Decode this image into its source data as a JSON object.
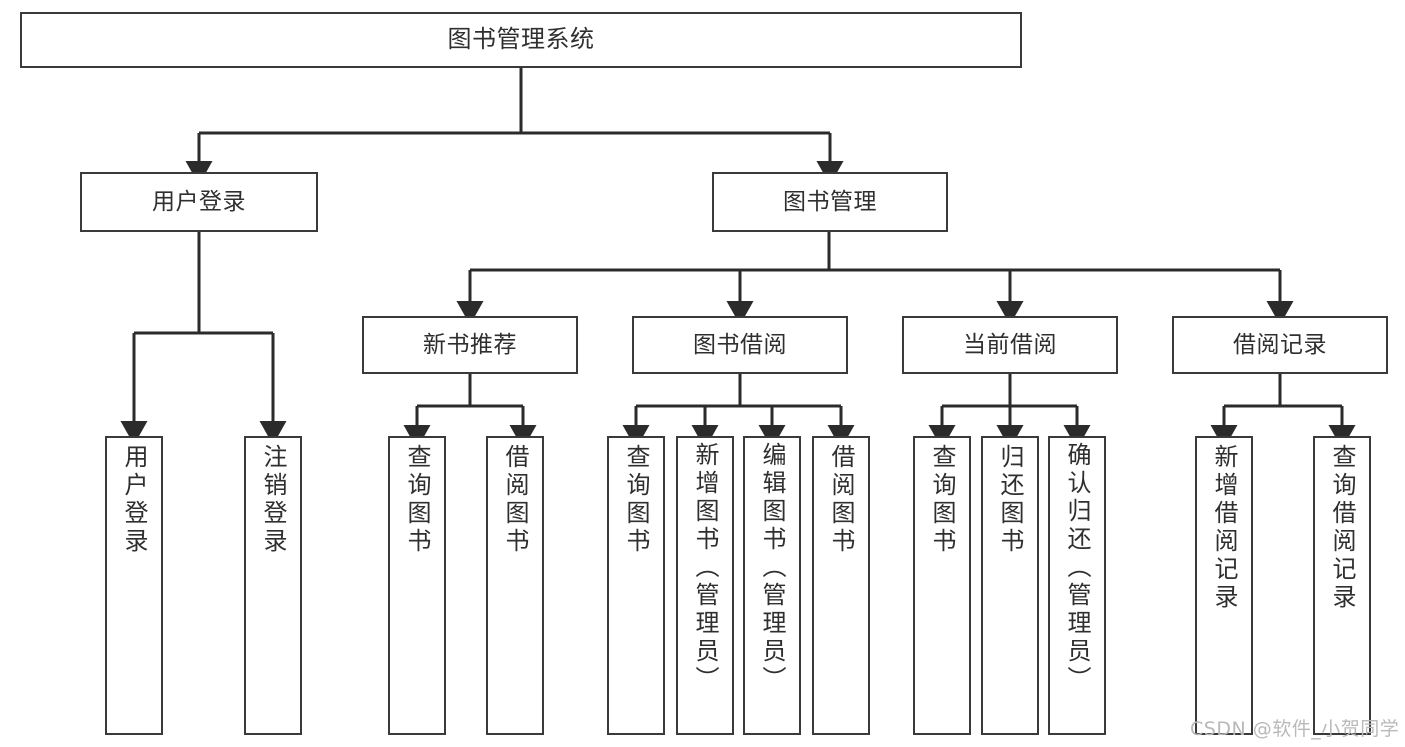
{
  "diagram": {
    "title": "图书管理系统",
    "type": "functional-hierarchy-tree",
    "background_color": "#ffffff",
    "line_color": "#3a3a3a",
    "text_color": "#2f2f2f",
    "nodes": {
      "root": {
        "label": "图书管理系统"
      },
      "level1": [
        {
          "id": "user-login",
          "label": "用户登录"
        },
        {
          "id": "book-management",
          "label": "图书管理"
        }
      ],
      "level2": [
        {
          "id": "new-book-recommend",
          "label": "新书推荐"
        },
        {
          "id": "book-borrow",
          "label": "图书借阅"
        },
        {
          "id": "current-borrow",
          "label": "当前借阅"
        },
        {
          "id": "borrow-record",
          "label": "借阅记录"
        }
      ],
      "leaves": {
        "user-login": [
          {
            "id": "leaf-user-login",
            "label": "用户登录"
          },
          {
            "id": "leaf-logout-login",
            "label": "注销登录"
          }
        ],
        "new-book-recommend": [
          {
            "id": "leaf-query-book-1",
            "label": "查询图书"
          },
          {
            "id": "leaf-borrow-book-1",
            "label": "借阅图书"
          }
        ],
        "book-borrow": [
          {
            "id": "leaf-query-book-2",
            "label": "查询图书"
          },
          {
            "id": "leaf-add-book-admin",
            "label": "新增图书（管理员）"
          },
          {
            "id": "leaf-edit-book-admin",
            "label": "编辑图书（管理员）"
          },
          {
            "id": "leaf-borrow-book-2",
            "label": "借阅图书"
          }
        ],
        "current-borrow": [
          {
            "id": "leaf-query-book-3",
            "label": "查询图书"
          },
          {
            "id": "leaf-return-book",
            "label": "归还图书"
          },
          {
            "id": "leaf-confirm-return-admin",
            "label": "确认归还（管理员）"
          }
        ],
        "borrow-record": [
          {
            "id": "leaf-add-borrow-record",
            "label": "新增借阅记录"
          },
          {
            "id": "leaf-query-borrow-record",
            "label": "查询借阅记录"
          }
        ]
      }
    },
    "watermark": "CSDN @软件_小贺同学"
  }
}
